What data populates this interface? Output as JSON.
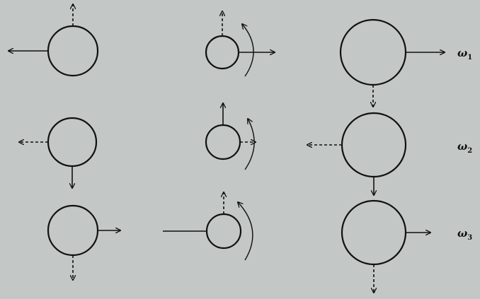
{
  "mode_labels": [
    {
      "symbol": "ω",
      "subscript": "1"
    },
    {
      "symbol": "ω",
      "subscript": "2"
    },
    {
      "symbol": "ω",
      "subscript": "3"
    }
  ]
}
